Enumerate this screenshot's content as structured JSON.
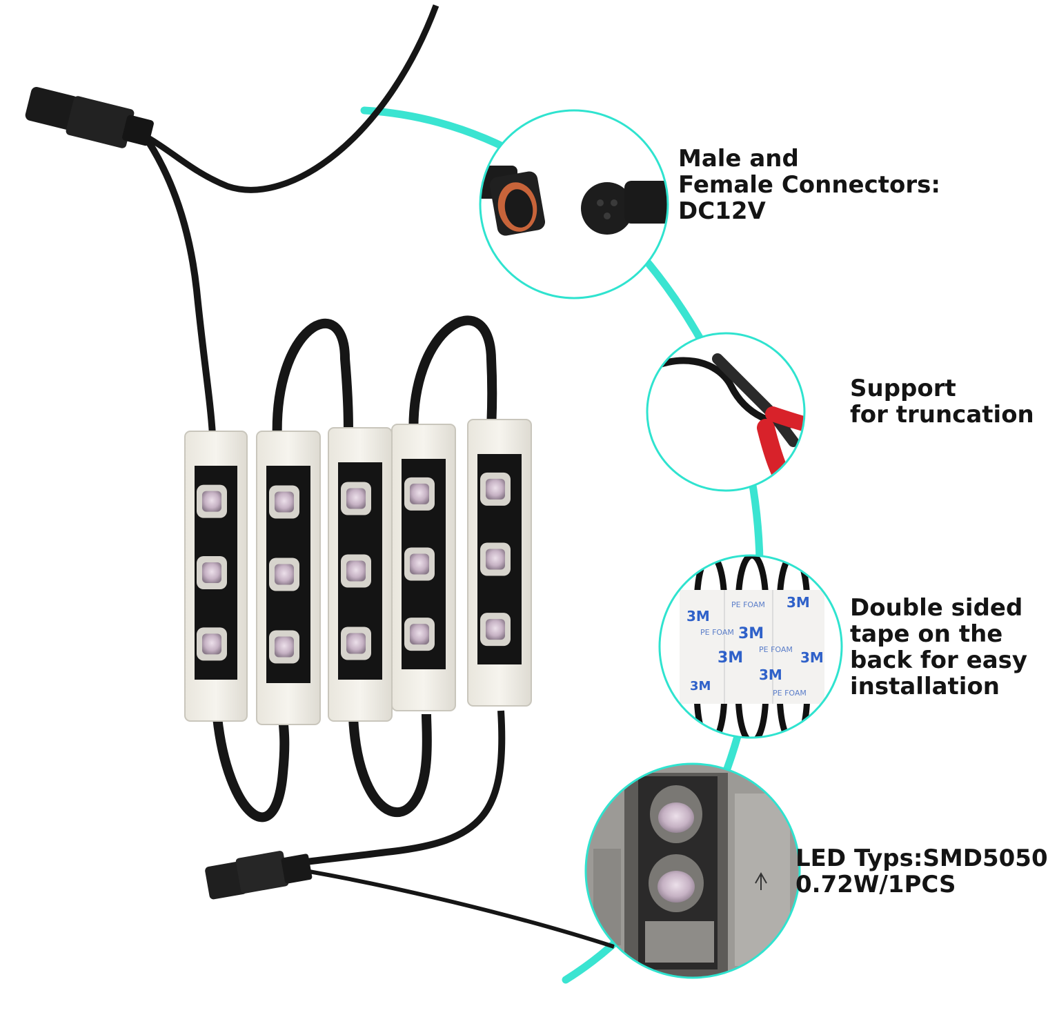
{
  "features": [
    {
      "id": "connectors",
      "icon": "connector-plug-icon",
      "lines": [
        "Male and",
        "Female Connectors:",
        "DC12V"
      ]
    },
    {
      "id": "truncation",
      "icon": "wire-cutter-icon",
      "lines": [
        "Support",
        "for truncation"
      ]
    },
    {
      "id": "tape",
      "icon": "double-sided-tape-icon",
      "lines": [
        "Double sided",
        "tape on the",
        "back for easy",
        "installation"
      ]
    },
    {
      "id": "led",
      "icon": "led-chip-icon",
      "lines": [
        "LED Typs:SMD5050",
        "0.72W/1PCS"
      ]
    }
  ],
  "module": {
    "count": 5,
    "leds_per_module": 3,
    "voltage_label": "DC12V"
  },
  "tape_print": {
    "brand": "3M",
    "material": "PE FOAM"
  },
  "colors": {
    "accent": "#2fe3cf",
    "cable": "#161616",
    "led": "#c9b8c8",
    "cutter_handle": "#d8222a"
  }
}
